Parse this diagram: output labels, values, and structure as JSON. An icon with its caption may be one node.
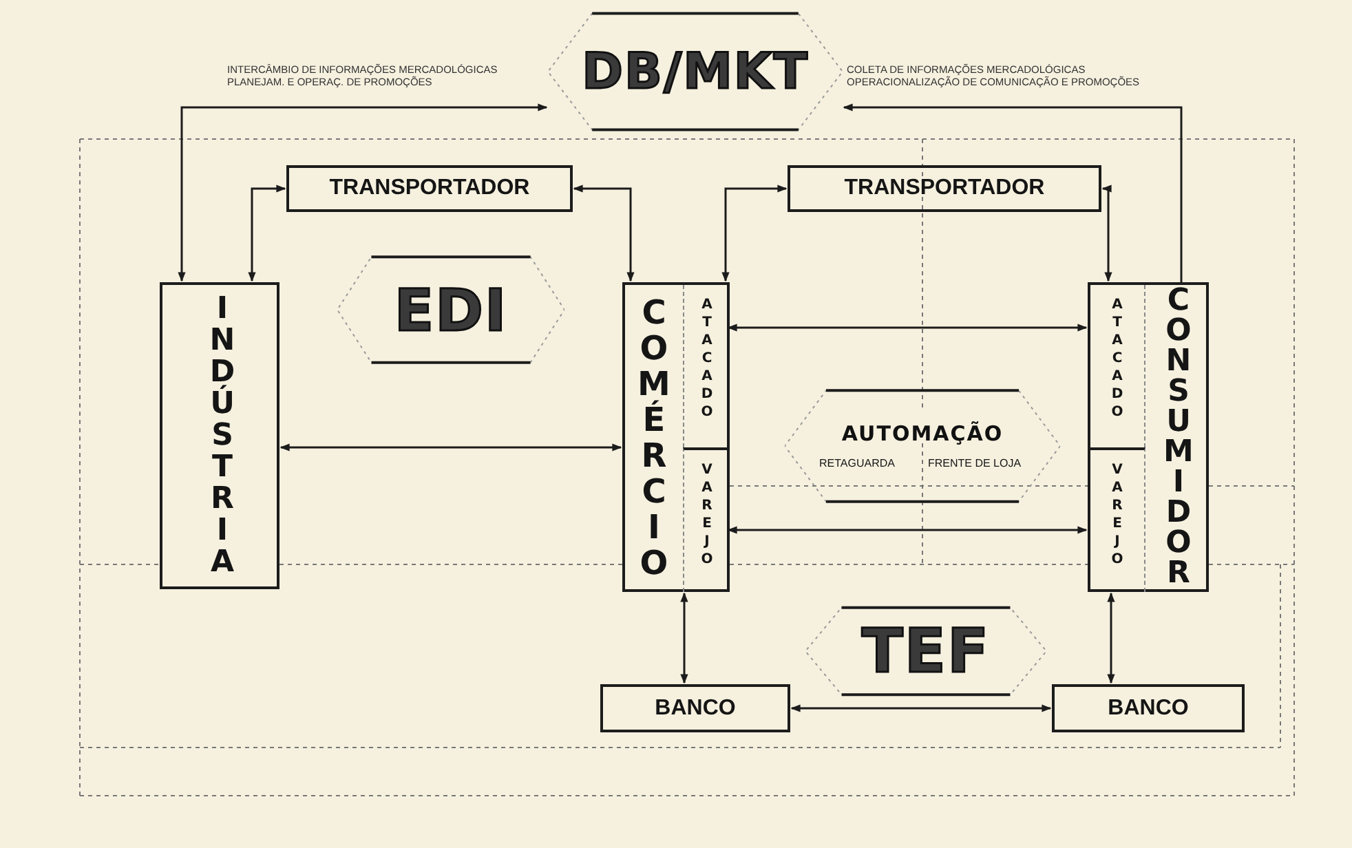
{
  "diagram": {
    "nodes": [
      {
        "text": [
          "DB/MKT"
        ]
      },
      {
        "text": [
          "TRANSPORTADOR"
        ]
      },
      {
        "text": [
          "TRANSPORTADOR"
        ]
      },
      {
        "text": [
          "EDI"
        ]
      },
      {
        "text": [
          "INDÚSTRIA"
        ]
      },
      {
        "text": [
          "COMÉRCIO"
        ]
      },
      {
        "text": [
          "ATACADO"
        ],
        "in": 5
      },
      {
        "text": [
          "VAREJO"
        ],
        "in": 5
      },
      {
        "text": [
          "AUTOMAÇÃO",
          "RETAGUARDA",
          "FRENTE DE LOJA"
        ]
      },
      {
        "text": [
          "CONSUMIDOR"
        ]
      },
      {
        "text": [
          "ATACADO"
        ],
        "in": 9
      },
      {
        "text": [
          "VAREJO"
        ],
        "in": 9
      },
      {
        "text": [
          "TEF"
        ]
      },
      {
        "text": [
          "BANCO"
        ]
      },
      {
        "text": [
          "BANCO"
        ]
      }
    ],
    "edges": [
      {
        "from": 4,
        "to": 0,
        "arrow": "both",
        "label": "INTERCÂMBIO DE INFORMAÇÕES MERCADOLÓGICAS PLANEJAM. E OPERAÇ. DE PROMOÇÕES"
      },
      {
        "from": 9,
        "to": 0,
        "arrow": "to",
        "label": "COLETA DE INFORMAÇÕES MERCADOLÓGICAS OPERACIONALIZAÇÃO DE COMUNICAÇÃO E PROMOÇÕES"
      },
      {
        "from": 1,
        "to": 4,
        "arrow": "both"
      },
      {
        "from": 1,
        "to": 5,
        "arrow": "both"
      },
      {
        "from": 2,
        "to": 5,
        "arrow": "both"
      },
      {
        "from": 2,
        "to": 9,
        "arrow": "both"
      },
      {
        "from": 4,
        "to": 5,
        "arrow": "both"
      },
      {
        "from": 6,
        "to": 10,
        "arrow": "both"
      },
      {
        "from": 7,
        "to": 11,
        "arrow": "both"
      },
      {
        "from": 5,
        "to": 13,
        "arrow": "both"
      },
      {
        "from": 9,
        "to": 14,
        "arrow": "both"
      },
      {
        "from": 13,
        "to": 14,
        "arrow": "both"
      }
    ]
  }
}
